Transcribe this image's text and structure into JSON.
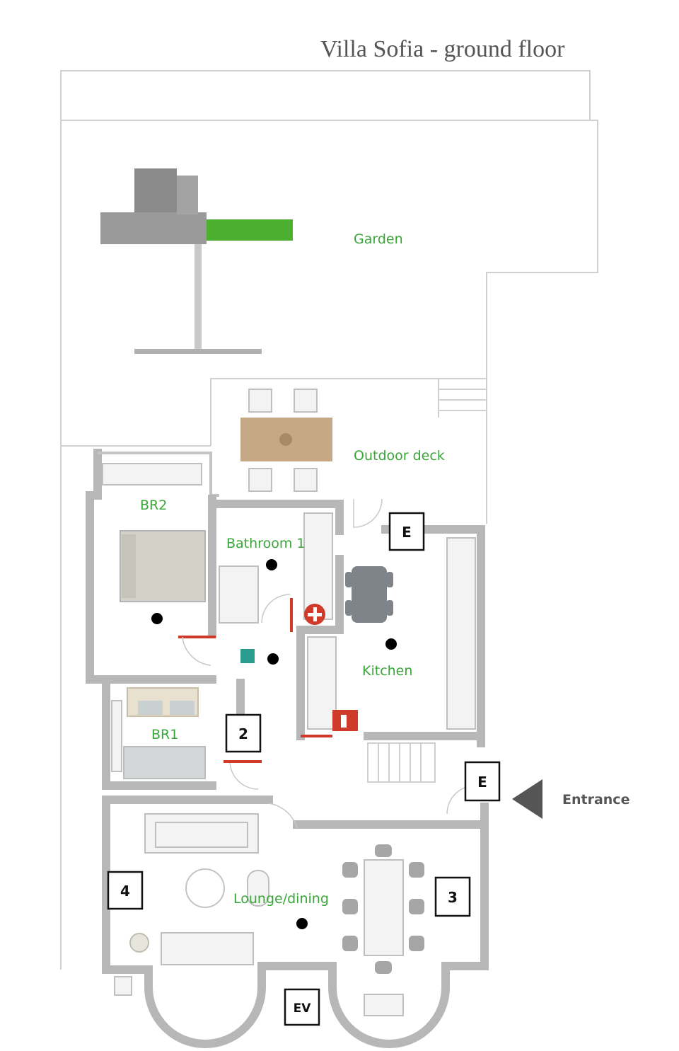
{
  "title": "Villa Sofia - ground floor",
  "rooms": {
    "garden": "Garden",
    "outdoor_deck": "Outdoor deck",
    "br2": "BR2",
    "bathroom1": "Bathroom 1",
    "kitchen": "Kitchen",
    "br1": "BR1",
    "lounge_dining": "Lounge/dining"
  },
  "markers": {
    "exit_top": "E",
    "exit_entrance": "E",
    "m2": "2",
    "m3": "3",
    "m4": "4",
    "ev": "EV"
  },
  "entrance_label": "Entrance",
  "colors": {
    "label_green": "#3aa63a",
    "fire_red": "#d03a2a",
    "accent_teal": "#2a9d8f",
    "wall_gray": "#b7b7b7"
  },
  "icons": [
    "first-aid-icon",
    "fire-extinguisher-icon",
    "detector-dot-icon",
    "entrance-arrow-icon",
    "teal-square-icon"
  ]
}
